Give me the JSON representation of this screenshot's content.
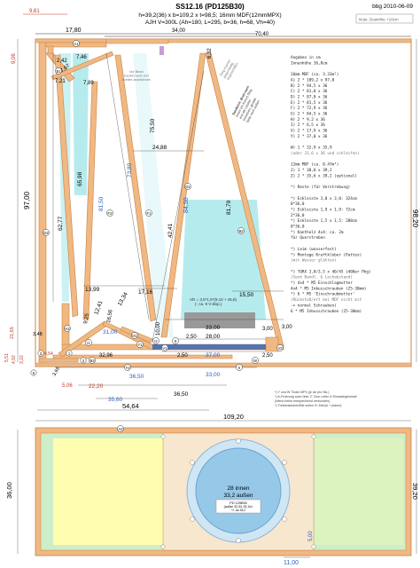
{
  "header": {
    "title": "SS12.16 (PD125B30)",
    "line1": "h=39,2(36) x b=109,2 x t=98,5; 16mm MDF(12mmMPX)",
    "line2": "AJH V=300L (Ah=180, L=295, b=36, h=68, Vh=40)",
    "author": "bbg 2010-06-09",
    "note": "Note: Downfire +10cm"
  },
  "dims": {
    "d961": "9,61",
    "d1780": "17,80",
    "d3400": "34,00",
    "d7040": "70,40",
    "d906": "9,06",
    "d242": "2,42",
    "d746": "7,46",
    "d632": "6,32",
    "d721": "7,21",
    "d789": "7,89",
    "d767": "7,67",
    "d9700": "97,00",
    "d9820": "98,20",
    "d6277": "62,77",
    "d6598": "65,98",
    "d8150": "81,50",
    "d7380": "73,80",
    "d7550": "75,50",
    "d2488": "24,88",
    "d8450": "84,50",
    "d4241": "42,41",
    "d8179": "81,79",
    "d1399": "13,99",
    "d1716": "17,16",
    "d1550": "15,50",
    "d1241": "12,41",
    "d1334": "13,34",
    "d1656": "16,56",
    "d925": "9,25",
    "d3100": "31,00",
    "d3300a": "33,00",
    "d2800": "28,00",
    "d250a": "2,50",
    "d1000": "10,00",
    "d250b": "2,50",
    "d300a": "3,00",
    "d300b": "3,00",
    "d3700": "37,00",
    "d250c": "2,50",
    "d2165": "21,65",
    "d348": "3,48",
    "d551": "5,51",
    "d492": "4,92",
    "d322": "3,22",
    "d454": "4,54",
    "d3296": "32,96",
    "d3650a": "36,50",
    "d366": "3,66",
    "d506": "5,06",
    "d2220": "22,20",
    "d3560": "35,60",
    "d3650b": "36,50",
    "d3300b": "33,00",
    "d5464": "54,64",
    "d10920": "109,20",
    "d3600": "36,00",
    "d3920": "39,20",
    "d500": "5,00",
    "d1100": "11,00"
  },
  "labels": {
    "A1": "A1",
    "A2": "A2",
    "B1": "B1",
    "B2": "B2",
    "B3": "B3",
    "D1": "D1",
    "D2": "D2",
    "F1": "F1",
    "F2": "F2",
    "H1": "H1",
    "H2": "H2",
    "I1": "I1",
    "I2": "I2",
    "S": "S",
    "V1": "V1",
    "V2": "V2",
    "W": "W",
    "X": "X",
    "Y1": "Y1",
    "Y2": "Y2",
    "n1": "1",
    "n2": "2",
    "n3": "3",
    "n6": "6"
  },
  "notes": {
    "bead": "Vor Bead\nDeckel rund und\nBretter anzeichnen",
    "kanal": "Steg Kanten\ngegenläufig\nangeschliffen",
    "kanal2": "Sandwich: Brett nach\nInnen (im Kreuz) Steg\nerst als Letztes\neinsetzen, gerade\nSeite nach außen",
    "vd": "VD = 3,6*1,5*(9,10 + 45,8)\n(- ca. 9 V-disp.)",
    "foot1": "*) Y und W \"Drain MPX (je ab pro Stk.)",
    "foot2": "*) A-Fixierung auch über 2\" Zum Leiter & Einsatzhgewinde",
    "foot3": "   (Wenn keine entsprechend verbunden)",
    "foot4": "*) Treibertaschen/Bie sollen 9^-Dein(k + planer)"
  },
  "partslist": [
    "Angaben in cm",
    "Innenhöhe 36,0cm",
    "",
    "16mm MDF (ca. 3.33m²)",
    "A) 2 * 109,2 x 97,0",
    "B) 2 * 94,5 x 36",
    "C) 2 * 81,0 x 36",
    "D) 2 * 87,0 x 36",
    "E) 2 * 81,5 x 36",
    "F) 2 * 72,9 x 36",
    "G) 2 * 84,5 x 36",
    "H) 2 * 9,2 x 36",
    "I) 2 * 6,5 x 36",
    "X) 2 * 17,9 x 36",
    "Y) 2 * 37,0 x 36",
    "",
    "W) 1 * 32,9 x 35,9",
    "   (oder 31,6 x 36 und schleifen)",
    "",
    "12mm MDF (ca. 0.47m²)",
    "J) 1 * 38,0 x 39,2",
    "Z) 2 * 35,6 x 39,2 (optional)",
    "",
    "*) Reste (für Verstrebung)",
    "",
    "*) Eckleiste 3,0 x 3,0: 324cm",
    "   8*36,0",
    "*) Eckleiste 1,9 x 1,9: 72cm",
    "   2*36,0",
    "*) Eckleiste 1,5 x 1,5: 288cm",
    "   8*36,0",
    "*) Kantholz 4x4: ca. 2m",
    "   für Querstreben",
    "",
    "*) Leim (wasserfest)",
    "*) Montage Kraftkleber (Pattex)",
    "   (mit Wasser glätten)",
    "",
    "*) TORX 3,0/3,5 x 40/45 (400er Pkg)",
    "   (Senk Bandl. & Lochabstand)",
    "*) 4x4 * M5 Einschlagmutter",
    "   4x4 * M5 Inbusschrauben (25-30mm)",
    "*) 6 * M5 'Einschraubmutter'",
    "   (Rückstoß/ert bei MDF nicht mit",
    "    -> normal Schrauben)",
    "   6 * M5 Inbusschrauben (25-30mm)"
  ],
  "driver": {
    "inner": "28 innen",
    "outer": "33,2 außen",
    "model": "PD 125B30",
    "spec1": "(außen 32,3/L 33,1/cl.",
    "spec2": "+/- ds 33,2"
  },
  "colors": {
    "wood": "#f0b882",
    "wood_edge": "#c88448",
    "cyan": "#b6ebee",
    "yellow": "#fffeb0",
    "green": "#cdeec8",
    "red": "#c0392b",
    "blue": "#2e63b8",
    "cone": "#96c8e8"
  }
}
